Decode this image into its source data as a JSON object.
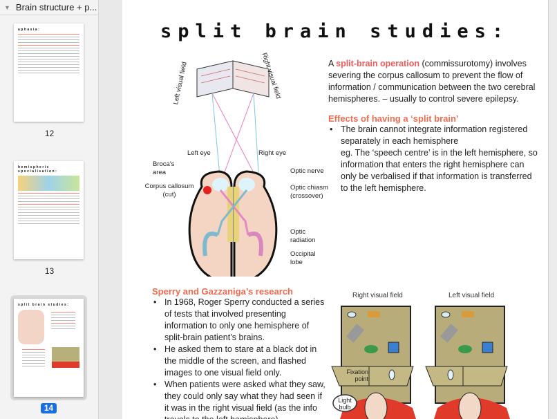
{
  "sidebar": {
    "doc_title": "Brain structure + p...",
    "pages": [
      {
        "number": "12",
        "thumb_title": "aphasia:"
      },
      {
        "number": "13",
        "thumb_title": "hemispheric specialisation:"
      },
      {
        "number": "14",
        "thumb_title": "split brain studies:",
        "selected": true
      }
    ]
  },
  "page": {
    "title": "split brain studies:",
    "intro": {
      "prefix": "A ",
      "highlight": "split-brain operation",
      "rest": " (commissurotomy) involves severing the corpus callosum to prevent the flow of information / communication between the two cerebral hemispheres. – usually to control severe epilepsy."
    },
    "effects_heading": "Effects of having a ‘split brain’",
    "effects_items": [
      "The brain cannot integrate information registered separately in each hemisphere",
      "eg. The ‘speech centre’ is in the left hemisphere, so information that enters the right hemisphere can only be verbalised if that information is transferred to the left hemisphere."
    ],
    "diagram_labels": {
      "left_field": "Left visual field",
      "right_field": "Right visual field",
      "left_eye": "Left eye",
      "right_eye": "Right eye",
      "broca": "Broca's area",
      "corpus": "Corpus callosum (cut)",
      "optic_nerve": "Optic nerve",
      "chiasm": "Optic chiasm (crossover)",
      "radiation": "Optic radiation",
      "occipital": "Occipital lobe"
    },
    "research_heading": "Sperry and Gazzaniga’s research",
    "research_items": [
      "In 1968, Roger Sperry conducted a series of tests that involved presenting information to only one hemisphere of split-brain patient’s brains.",
      "He asked them to stare at a black dot in the middle of the screen, and flashed images to one visual field only.",
      "When patients were asked what they saw, they could only say what they had seen if it was in the right visual field (as the info travels to the left hemisphere)."
    ],
    "experiment_labels": {
      "right_field": "Right visual field",
      "left_field": "Left visual field",
      "fixation": "Fixation point",
      "light_bulb": "Light bulb"
    }
  }
}
